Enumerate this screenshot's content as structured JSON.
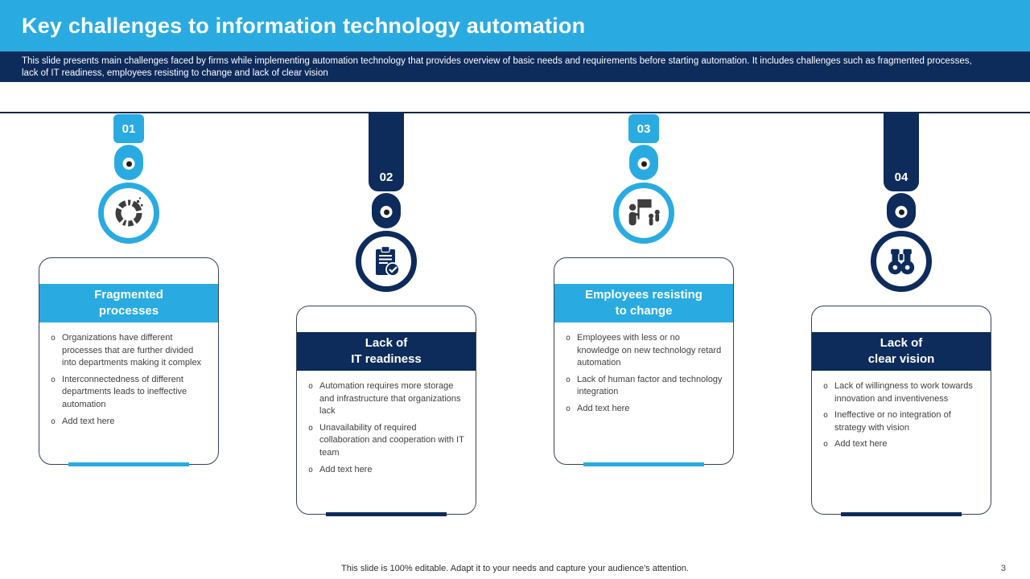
{
  "slide": {
    "title": "Key challenges to information technology automation",
    "subtitle": "This slide presents main challenges faced by firms while implementing automation technology that provides overview of basic needs and requirements before starting automation. It includes challenges such as fragmented processes, lack of IT readiness, employees resisting to change and lack of clear vision",
    "footer_note": "This slide is 100% editable. Adapt it to your needs and capture your audience's attention.",
    "page_number": "3"
  },
  "ui": {
    "bullet_marker": "o"
  },
  "colors": {
    "accent_cyan": "#29abe2",
    "accent_navy": "#0d2b5b",
    "timeline_line": "#13294b",
    "body_text": "#3f3f3f"
  },
  "columns": [
    {
      "number": "01",
      "accent_color": "#29abe2",
      "icon": "fragmented-processes-icon",
      "title_lines": [
        "Fragmented",
        "processes"
      ],
      "bullets": [
        "Organizations have different processes that are further divided into departments making it complex",
        "Interconnectedness of different departments leads to ineffective automation",
        "Add text here"
      ]
    },
    {
      "number": "02",
      "accent_color": "#0d2b5b",
      "icon": "clipboard-checklist-icon",
      "title_lines": [
        "Lack of",
        "IT readiness"
      ],
      "bullets": [
        "Automation requires more storage and infrastructure that organizations lack",
        "Unavailability of required collaboration and cooperation with IT team",
        "Add text here"
      ]
    },
    {
      "number": "03",
      "accent_color": "#29abe2",
      "icon": "employees-protest-icon",
      "title_lines": [
        "Employees resisting",
        "to change"
      ],
      "bullets": [
        "Employees with less or no knowledge on new technology retard automation",
        "Lack of human factor and technology integration",
        "Add text here"
      ]
    },
    {
      "number": "04",
      "accent_color": "#0d2b5b",
      "icon": "binoculars-icon",
      "title_lines": [
        "Lack of",
        "clear vision"
      ],
      "bullets": [
        "Lack of willingness to work towards innovation and inventiveness",
        "Ineffective or no integration of strategy with vision",
        "Add text here"
      ]
    }
  ]
}
